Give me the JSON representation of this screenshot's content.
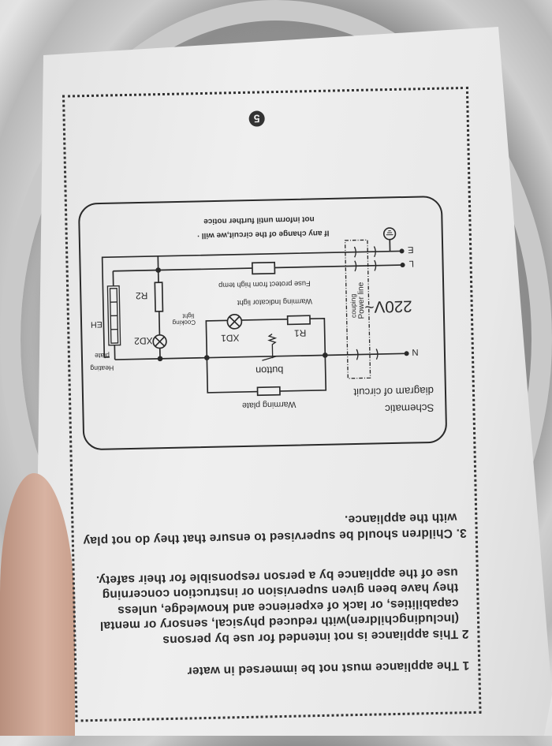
{
  "manual": {
    "item1": "1 The appliance must not be immersed in water",
    "item2_lines": [
      "2 This appliance is not intended for use by persons",
      "(Includingchildren)with reduced physical, sensory or mental",
      "capabilities, or lack of experience and knowledge,  unless",
      "they have been given supervision or instruction concerning",
      "use of the appliance by a person responsible for their safety."
    ],
    "item3_lines": [
      "3. Children should be supervised to ensure that they do not play",
      "with the appliance."
    ],
    "page_number": "5"
  },
  "schematic": {
    "title_line1": "Schematic",
    "title_line2": "diagram of circuit",
    "warming_plate": "Warming plate",
    "button": "button",
    "r1": "R1",
    "xd1": "XD1",
    "warming_indicator": "Warming Indicator light",
    "fuse": "Fuse protect from high temp",
    "voltage": "220V~",
    "coupling_line1": "Power line",
    "coupling_line2": "couping",
    "r2": "R2",
    "xd2": "XD2",
    "cooking_line1": "Cooking",
    "cooking_line2": "light",
    "eh": "EH",
    "heating_line1": "Heating",
    "heating_line2": "plate",
    "terminal_n": "N",
    "terminal_l": "L",
    "terminal_e": "E",
    "notice_line1": "If any change of the circuit,we will ·",
    "notice_line2": "not inform until further notice"
  }
}
